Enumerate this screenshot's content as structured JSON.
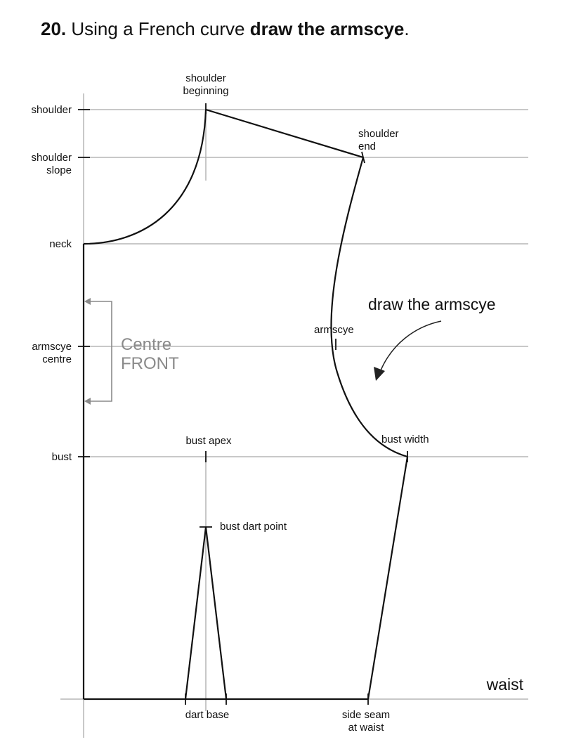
{
  "heading": {
    "number": "20.",
    "text_plain": " Using a French curve ",
    "text_bold": "draw the armscye",
    "end": "."
  },
  "guide_labels": {
    "shoulder": "shoulder",
    "shoulder_slope_1": "shoulder",
    "shoulder_slope_2": "slope",
    "neck": "neck",
    "armscye_centre_1": "armscye",
    "armscye_centre_2": "centre",
    "bust": "bust",
    "waist": "waist"
  },
  "point_labels": {
    "shoulder_beginning_1": "shoulder",
    "shoulder_beginning_2": "beginning",
    "shoulder_end_1": "shoulder",
    "shoulder_end_2": "end",
    "armscye": "armscye",
    "bust_width": "bust width",
    "bust_apex": "bust apex",
    "bust_dart_point": "bust dart point",
    "dart_base": "dart base",
    "side_seam_1": "side seam",
    "side_seam_2": "at waist"
  },
  "annotations": {
    "instruction": "draw the armscye",
    "centre_front_1": "Centre",
    "centre_front_2": "FRONT"
  },
  "colors": {
    "pattern_line": "#111111",
    "guide_line": "#b5b5b5",
    "centre_front": "#8a8a8a"
  }
}
